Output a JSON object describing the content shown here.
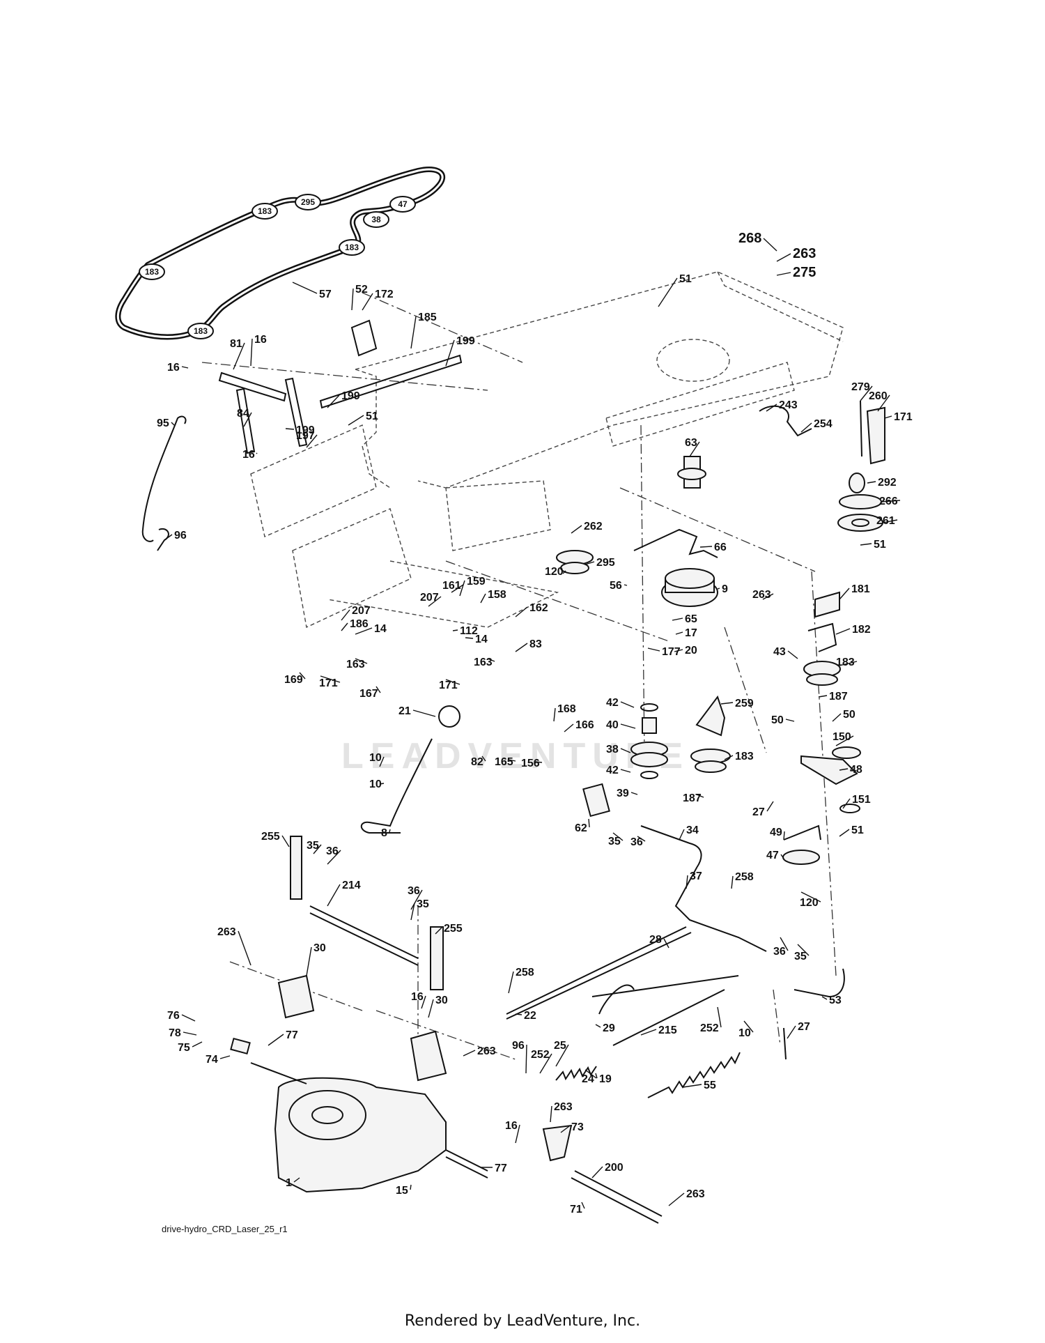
{
  "watermark": "LEADVENTURE",
  "caption": "drive-hydro_CRD_Laser_25_r1",
  "footer": "Rendered by LeadVenture, Inc.",
  "belt_pulley_labels": [
    "183",
    "295",
    "47",
    "38",
    "183",
    "183",
    "183"
  ],
  "callouts": [
    "268",
    "263",
    "275",
    "51",
    "57",
    "52",
    "172",
    "185",
    "199",
    "81",
    "16",
    "16",
    "199",
    "84",
    "199",
    "51",
    "197",
    "16",
    "95",
    "96",
    "243",
    "254",
    "279",
    "260",
    "171",
    "63",
    "292",
    "266",
    "261",
    "51",
    "262",
    "295",
    "120",
    "66",
    "56",
    "9",
    "263",
    "181",
    "65",
    "17",
    "20",
    "182",
    "43",
    "183",
    "187",
    "161",
    "159",
    "158",
    "207",
    "162",
    "207",
    "186",
    "14",
    "112",
    "14",
    "163",
    "83",
    "163",
    "169",
    "171",
    "167",
    "171",
    "177",
    "259",
    "168",
    "166",
    "21",
    "82",
    "165",
    "156",
    "42",
    "40",
    "38",
    "183",
    "42",
    "39",
    "187",
    "50",
    "50",
    "150",
    "48",
    "27",
    "151",
    "10",
    "10",
    "8",
    "62",
    "35",
    "36",
    "34",
    "49",
    "51",
    "47",
    "120",
    "255",
    "35",
    "36",
    "214",
    "36",
    "35",
    "255",
    "37",
    "258",
    "28",
    "36",
    "35",
    "263",
    "30",
    "258",
    "22",
    "29",
    "215",
    "252",
    "10",
    "53",
    "27",
    "16",
    "30",
    "76",
    "78",
    "75",
    "77",
    "263",
    "74",
    "96",
    "252",
    "25",
    "24",
    "19",
    "55",
    "263",
    "73",
    "16",
    "77",
    "1",
    "15",
    "200",
    "71",
    "263"
  ]
}
